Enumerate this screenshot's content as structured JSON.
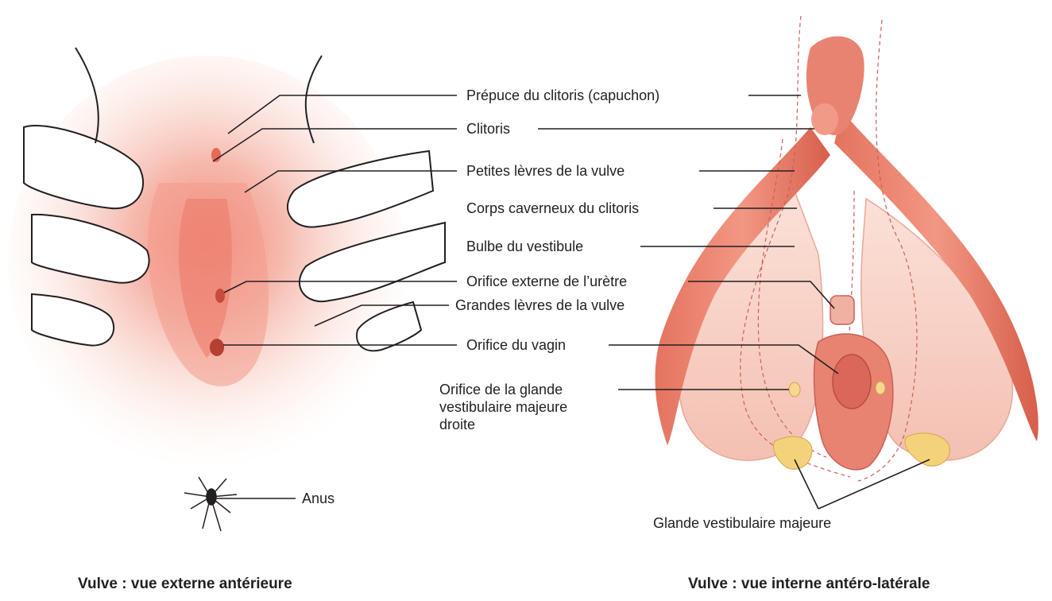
{
  "labels": {
    "prepuce": "Prépuce du clitoris (capuchon)",
    "clitoris": "Clitoris",
    "petites_levres": "Petites lèvres de la vulve",
    "corps_caverneux": "Corps caverneux du clitoris",
    "bulbe": "Bulbe du vestibule",
    "orifice_uretre": "Orifice externe de l’urètre",
    "grandes_levres": "Grandes lèvres de la vulve",
    "orifice_vagin": "Orifice du vagin",
    "orifice_glande_1": "Orifice de la glande",
    "orifice_glande_2": "vestibulaire majeure",
    "orifice_glande_3": "droite",
    "anus": "Anus",
    "glande_vestibulaire": "Glande vestibulaire majeure"
  },
  "captions": {
    "left": "Vulve : vue externe antérieure",
    "right": "Vulve : vue interne antéro-latérale"
  },
  "colors": {
    "skin_light": "#fbe4dc",
    "skin_mid": "#f6b9ad",
    "tissue_red": "#e26d5c",
    "bulb_pink": "#f6cfc4",
    "gland_yellow": "#f3d27a",
    "line": "#231f20"
  }
}
